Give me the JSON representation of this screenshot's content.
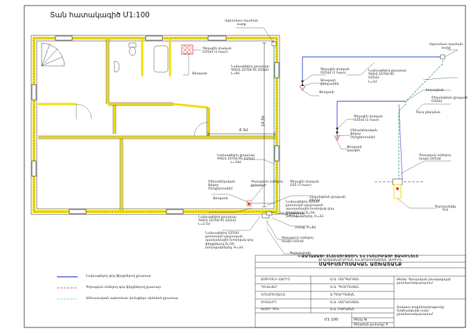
{
  "header": {
    "title": "Տան հատակագիծ Մ1:100"
  },
  "plan": {
    "labels": {
      "vent_top": "Ավտոմատ օդահան\nսարք",
      "valve_a": "Գնդային փական\nՕ25մմ (1 հատ)",
      "pipe_a": "Նախագծվող ջրատար\nԳՕՍՏ 10704-91 Օ25մմ\nL=8մ",
      "meter_a": "Ջրաչափ",
      "dim_63": "6.3մ",
      "dim_149": "14.9մ",
      "pipe_b": "Նախագծվող ջրատար\nԳՕՍՏ 10704-91 Օ25մմ\nL=14մ",
      "existing_a": "Գոյություն ունեցող\nջրատար",
      "valve_b": "Գնդային փական\nՕ25 (1 հատ)",
      "filter_a": "Մեխանիկական\nֆիլտր\n(Երկշերտանի)",
      "meter_b": "Ջրաչափ",
      "reducer_a": "Շեղանցման ջրաչափ\nՕ57մմ",
      "pipe_c": "Նախագծվող ջրատար\nԳՕՍՏ 10704-91 Օ25մմ\nL=2.5մ",
      "pipe_d": "Նախագծվող Օ25մմ\nջրատարի պաշտպան\nպատյանային խողովակ գ/պ\nֆիրքներով D=50\nխողովակներից, H=2մ.",
      "surface_a": "Սևոյ ընկղման",
      "depth": "խորք, H=8մ",
      "existing_b": "Գոյություն ունեցող\nհրախ Օ25մմ",
      "well": "Գոլորշանցիչ\nԳ-6",
      "pipe_e": "Նախագծվող Օ25մմ\nջրատարի պաշտպան\nպատյանային խողովակ գ/պ\nֆիրքներով D=50\nխողովակներից, H=2մ."
    }
  },
  "scheme": {
    "labels": {
      "vent": "Ավտոմատ օդահան\nսարք",
      "valve_a": "Գնդային փական\nՕ25մմ (1 հատ)",
      "pipe_a": "Նախագծվող ջրատար\nԳՕՍՏ 10704-91\nՕ25մմ\nL=2մ",
      "meter_a": "Ջրաչափ\nջրաչափին",
      "meter_a2": "Ջրաչափ",
      "pump": "Խորաշխփ",
      "reducer": "Շեղանցման ջրաչափ\nՕ32մմ",
      "surface": "Սևոյ ընկղման",
      "valve_b": "Գնդային փական\nՕ25մմ (1 հատ)",
      "filter": "Մեխանիկական\nֆիլտր\n(Երկշերտանի)",
      "meter_b": "Ջրաչափ\nկարգին",
      "existing": "Գոյություն ունեցող\nհրախ Օ25մմ",
      "well": "Գոլորշանցիչ\nԳ-6"
    }
  },
  "legend": {
    "items": [
      {
        "label": "Նախագծվող գ/պ ֆիրքներով ջրատար",
        "color": "#2a3fbf"
      },
      {
        "label": "Գոյություն ունեցող գ/պ ֆիրքներով ջրատար",
        "color": "#d04a6a"
      },
      {
        "label": "Անհատական ավտոմատ կոմպլեկտ սխեման ջրատար",
        "color": "#7fd0a0"
      }
    ]
  },
  "title_block": {
    "org_1": "ՔԱՂԱՔԱՑԻ ՏՆՏԵՍՈՒԹՅՈՒՆ ԵՎ ԷԿՈԼՈԳԻԱՅԻ ՖԱԿՈՒԼՏԵՏ",
    "org_2": "ՋՐԱՄԱՏԱԿԱՐԱՐՄԱՆ ԵՎ ՋՐԱՀԵՌԱՑՄԱՆ ԱՄԲԻՈՆ",
    "project": "ՄԱԳԻՍՏՐՈՍԱԿԱՆ ԱՇԽԱՏԱՆՔ",
    "rows": [
      {
        "role": "ԱՄԲԻՈՆԻ ՎԱՐԻՉ",
        "name": "Ա.Ա. ՄԱՐԳԱՐՅԱՆ"
      },
      {
        "role": "ՂԵԿԱՎԱՐ",
        "name": "Ա.Ա. ՊԵՏՐՈՍՅԱՆ"
      },
      {
        "role": "ԿՈՆՍՈՒԼՏԱՆՏ",
        "name": "Ա.ՊԵՏՐՈՍՅԱՆ"
      },
      {
        "role": "ՈՒՍԱՆՈՂ",
        "name": "Ա.Ա. ՄԱՐԿՈՍՅԱՆ"
      },
      {
        "role": "ԽՄԲԻ ՂԵԿ",
        "name": "Ա.Ա. ԲԱԲԱՅԱՆ"
      }
    ],
    "desc_a": "Թեմա՝ Գյուղական բնակավայրի\nջրամատակարարում",
    "desc_b": "Ճակատ բովանդակությունը՝\nԵրկհարկանի տան\nջրամատակարարում",
    "scale": "Մ1:100",
    "sheet_no": "Թերթ №",
    "sheets": "Թերթերի քանակը՝ 6"
  }
}
